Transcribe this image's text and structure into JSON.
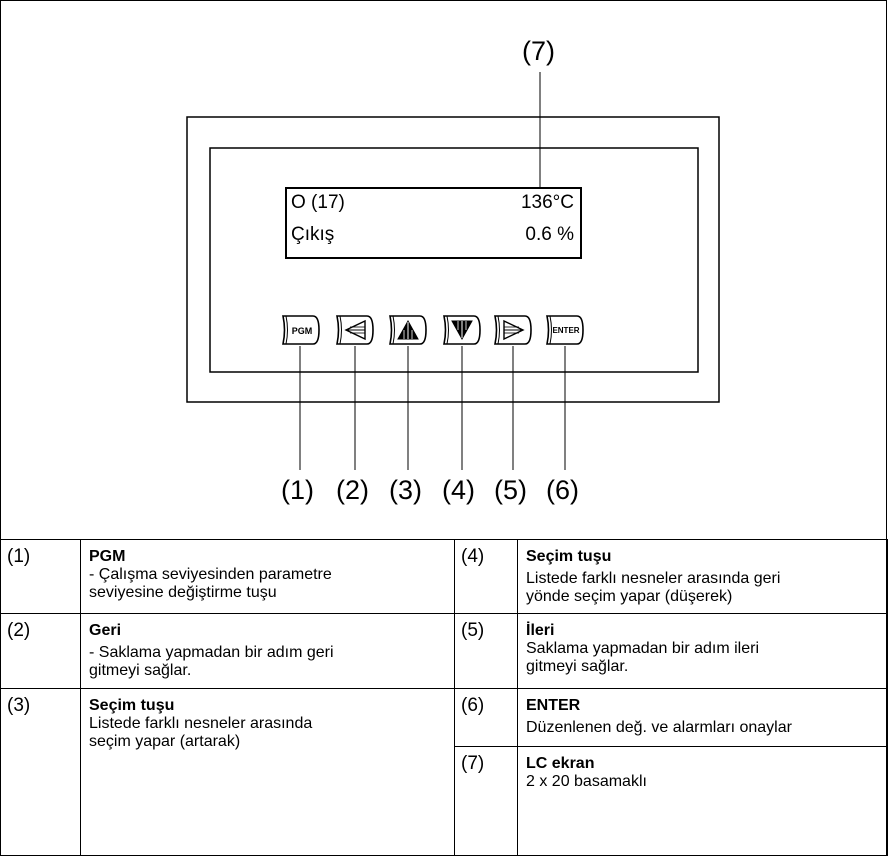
{
  "diagram": {
    "display": {
      "callout": "(7)",
      "line1_left": "O (17)",
      "line1_right": "136°C",
      "line2_left": "Çıkış",
      "line2_right": "0.6 %"
    },
    "keys": [
      {
        "callout": "(1)",
        "icon": "pgm-key-icon",
        "text": "PGM"
      },
      {
        "callout": "(2)",
        "icon": "back-arrow-icon"
      },
      {
        "callout": "(3)",
        "icon": "up-arrow-icon"
      },
      {
        "callout": "(4)",
        "icon": "down-arrow-icon"
      },
      {
        "callout": "(5)",
        "icon": "forward-arrow-icon"
      },
      {
        "callout": "(6)",
        "icon": "enter-key-icon",
        "text": "ENTER"
      }
    ]
  },
  "legend": [
    {
      "num": "(1)",
      "title": "PGM",
      "text": "-  Çalışma seviyesinden parametre\nseviyesine değiştirme tuşu"
    },
    {
      "num": "(2)",
      "title": "Geri",
      "text": "-  Saklama yapmadan bir adım geri\ngitmeyi sağlar."
    },
    {
      "num": "(3)",
      "title": "Seçim tuşu",
      "text": "Listede farklı nesneler arasında\nseçim yapar (artarak)"
    },
    {
      "num": "(4)",
      "title": "Seçim tuşu",
      "text": "Listede farklı nesneler arasında geri\nyönde seçim yapar (düşerek)"
    },
    {
      "num": "(5)",
      "title": "İleri",
      "text": "Saklama yapmadan bir adım ileri\ngitmeyi sağlar."
    },
    {
      "num": "(6)",
      "title": "ENTER",
      "text": "Düzenlenen değ. ve alarmları onaylar"
    },
    {
      "num": "(7)",
      "title": "LC ekran",
      "text": "2 x 20 basamaklı"
    }
  ]
}
